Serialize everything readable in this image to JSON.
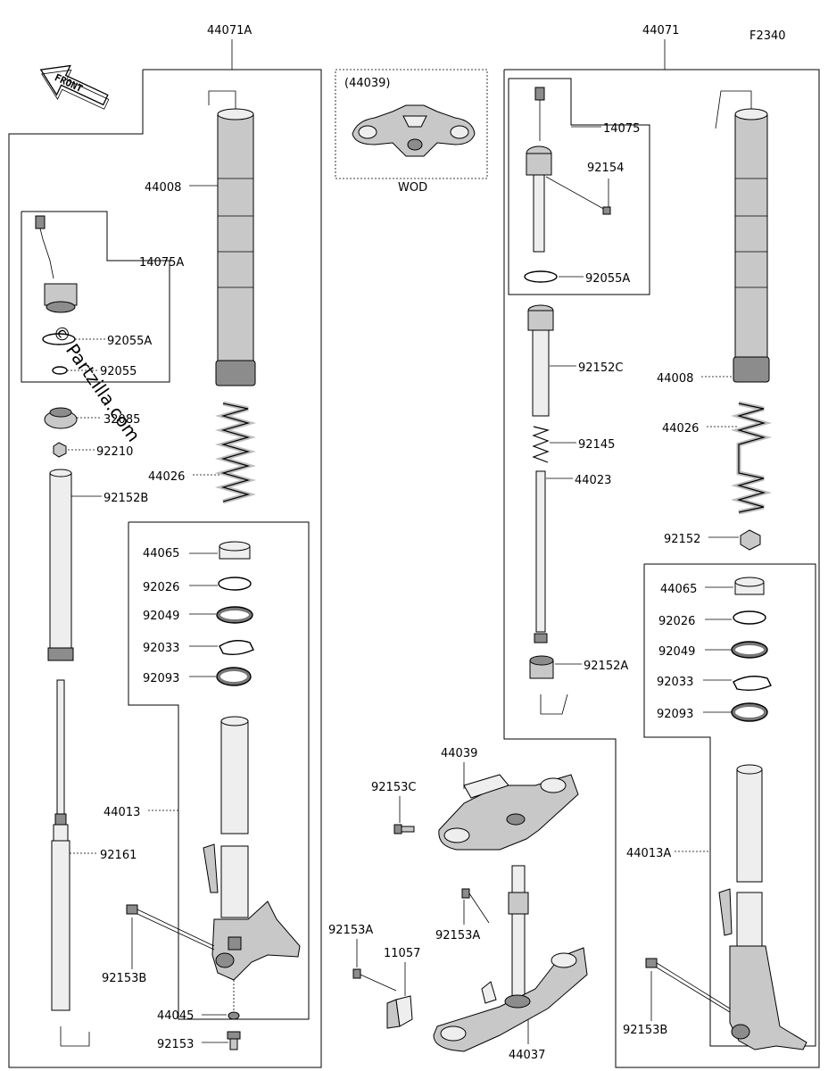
{
  "diagram_code": "F2340",
  "front_arrow_text": "FRONT",
  "watermark": "© Partzilla.com",
  "groups": {
    "left_fork": "44071A",
    "right_fork": "44071",
    "top_bracket_ref": "(44039)",
    "top_bracket_variant": "WOD"
  },
  "labels": {
    "l_44008": "44008",
    "l_14075A": "14075A",
    "l_92055A": "92055A",
    "l_92055": "92055",
    "l_32085": "32085",
    "l_92210": "92210",
    "l_92152B": "92152B",
    "l_44026": "44026",
    "l_44065": "44065",
    "l_92026": "92026",
    "l_92049": "92049",
    "l_92033": "92033",
    "l_92093": "92093",
    "l_44013": "44013",
    "l_92161": "92161",
    "l_92153B": "92153B",
    "l_44045": "44045",
    "l_92153": "92153",
    "c_14075": "14075",
    "c_92154": "92154",
    "c_92055A": "92055A",
    "c_92152C": "92152C",
    "c_92145": "92145",
    "c_44023": "44023",
    "c_92152A": "92152A",
    "c_44039": "44039",
    "c_92153C": "92153C",
    "c_92153A_1": "92153A",
    "c_92153A_2": "92153A",
    "c_11057": "11057",
    "c_44037": "44037",
    "r_44008": "44008",
    "r_44026": "44026",
    "r_92152": "92152",
    "r_44065": "44065",
    "r_92026": "92026",
    "r_92049": "92049",
    "r_92033": "92033",
    "r_92093": "92093",
    "r_44013A": "44013A",
    "r_92153B": "92153B"
  }
}
